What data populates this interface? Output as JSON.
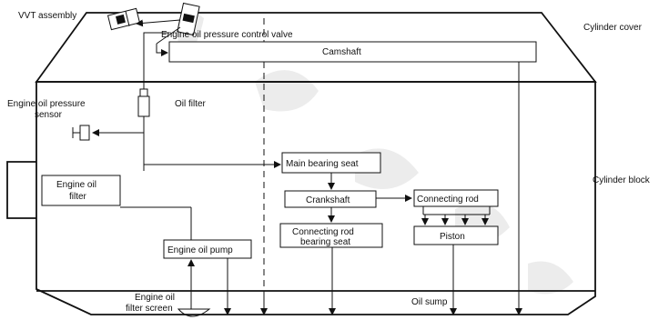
{
  "labels": {
    "vvt_assembly": "VVT assembly",
    "oil_pressure_control_valve": "Engine oil pressure control valve",
    "cylinder_cover": "Cylinder cover",
    "camshaft": "Camshaft",
    "oil_pressure_sensor_line1": "Engine oil pressure",
    "oil_pressure_sensor_line2": "sensor",
    "oil_filter": "Oil filter",
    "main_bearing_seat": "Main bearing seat",
    "cylinder_block": "Cylinder block",
    "engine_oil_filter_line1": "Engine oil",
    "engine_oil_filter_line2": "filter",
    "crankshaft": "Crankshaft",
    "connecting_rod": "Connecting rod",
    "connecting_rod_bearing_seat_line1": "Connecting rod",
    "connecting_rod_bearing_seat_line2": "bearing seat",
    "piston": "Piston",
    "engine_oil_pump": "Engine oil pump",
    "oil_sump": "Oil sump",
    "filter_screen_line1": "Engine oil",
    "filter_screen_line2": "filter screen"
  }
}
